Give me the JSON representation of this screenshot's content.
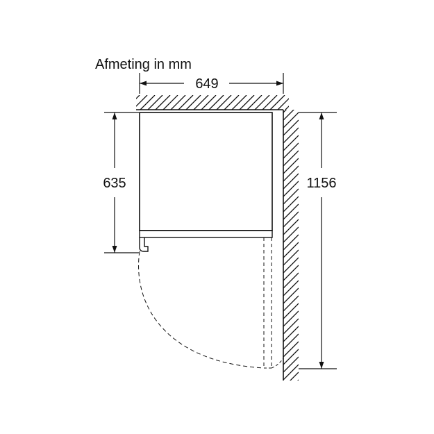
{
  "caption": "Afmeting in mm",
  "dimensions": {
    "width": "649",
    "depth": "635",
    "door_open_depth": "1156"
  },
  "colors": {
    "line": "#111111",
    "background": "#ffffff"
  }
}
